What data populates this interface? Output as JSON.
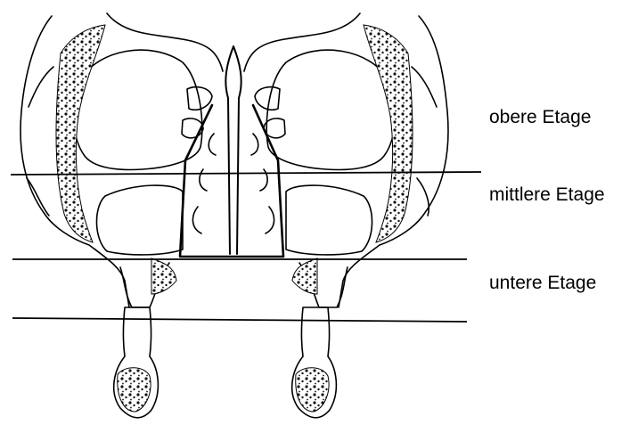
{
  "labels": {
    "upper": "obere Etage",
    "middle": "mittlere Etage",
    "lower": "untere Etage"
  },
  "colors": {
    "ink": "#000000",
    "paper": "#ffffff"
  }
}
